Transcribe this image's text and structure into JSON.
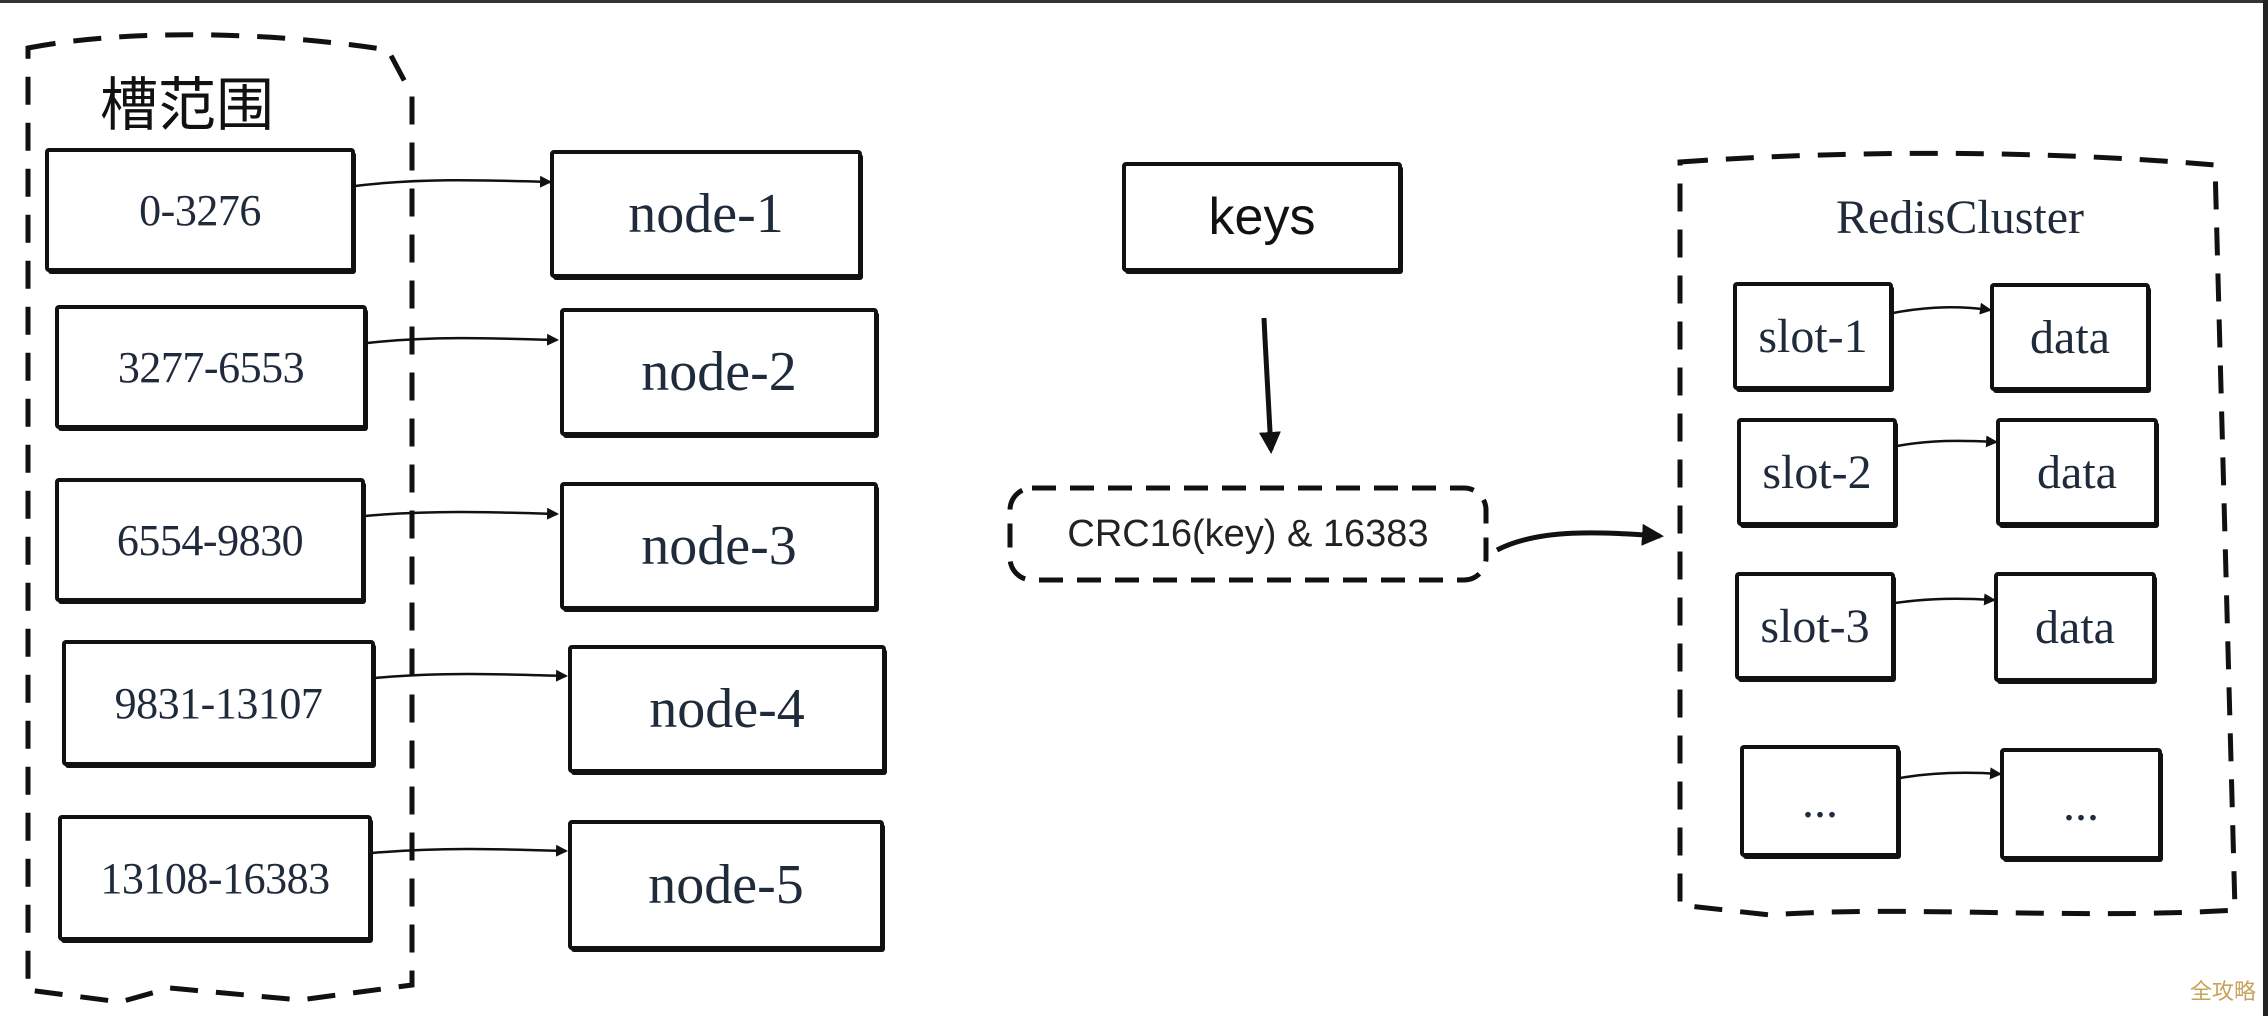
{
  "left_group": {
    "title": "槽范围",
    "ranges": [
      "0-3276",
      "3277-6553",
      "6554-9830",
      "9831-13107",
      "13108-16383"
    ],
    "nodes": [
      "node-1",
      "node-2",
      "node-3",
      "node-4",
      "node-5"
    ]
  },
  "middle": {
    "keys_label": "keys",
    "hash_label": "CRC16(key) & 16383"
  },
  "cluster": {
    "title": "RedisCluster",
    "slots": [
      "slot-1",
      "slot-2",
      "slot-3",
      "..."
    ],
    "data": [
      "data",
      "data",
      "data",
      "..."
    ]
  },
  "watermark": "全攻略"
}
